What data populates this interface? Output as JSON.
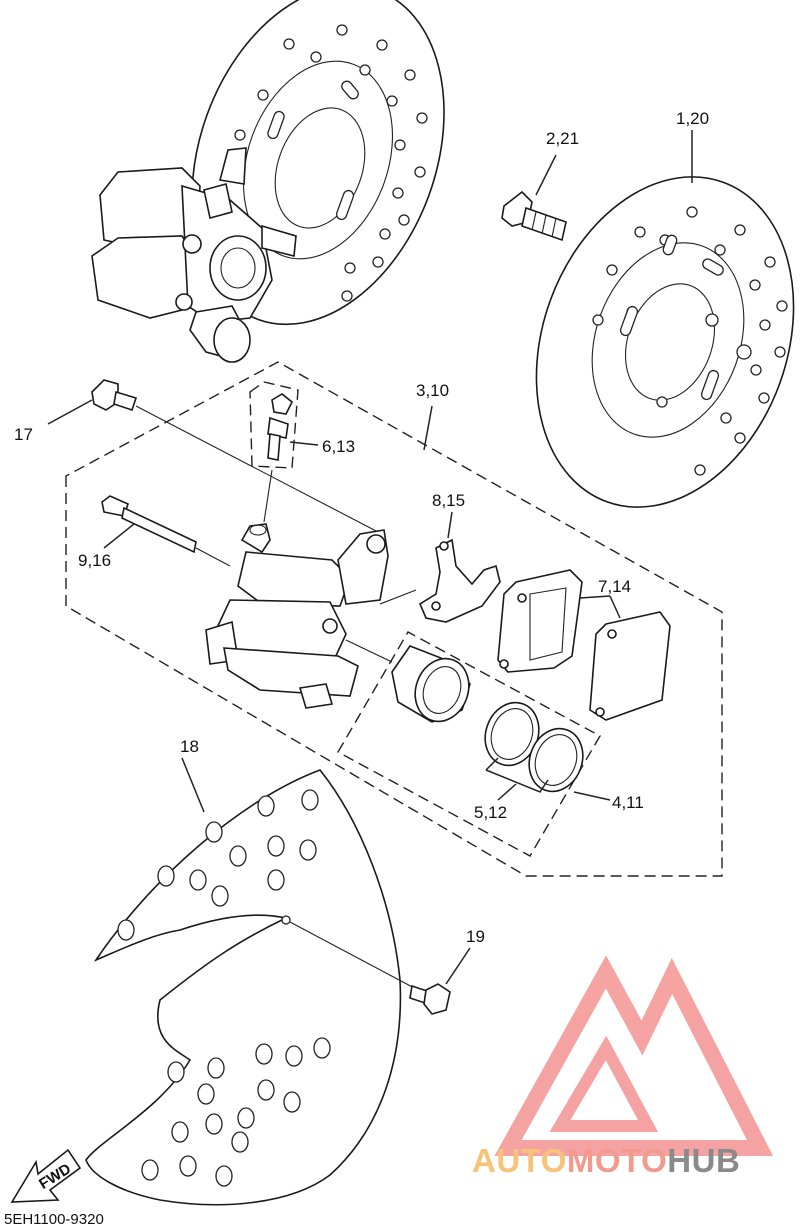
{
  "labels": {
    "disc_ref": "1,20",
    "bolt_disc": "2,21",
    "caliper_assy": "3,10",
    "piston_seal_kit": "4,11",
    "seal_pair": "5,12",
    "bleed_screw": "6,13",
    "pad_set": "7,14",
    "pad_support": "8,15",
    "pin": "9,16",
    "bolt_caliper": "17",
    "cover": "18",
    "screw": "19"
  },
  "fwd_text": "FWD",
  "diagram_code": "5EH1100-9320",
  "watermark": {
    "part1": "AUTO",
    "part2": "MOTO",
    "part3": "HUB",
    "colors": {
      "auto": "#f7c27a",
      "moto": "#f39a8f",
      "hub": "#8a8a8a",
      "triangle": "#f49a98"
    }
  }
}
